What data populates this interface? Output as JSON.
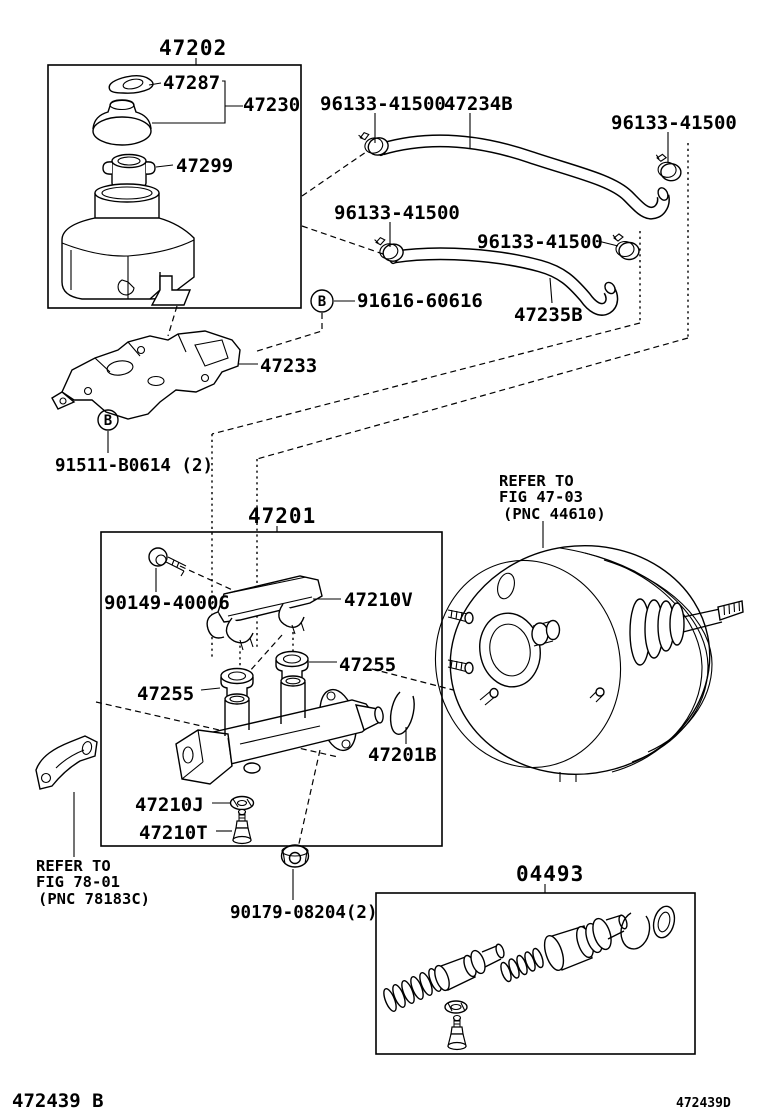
{
  "page": {
    "background": "#ffffff",
    "ink": "#000000"
  },
  "footer": {
    "drawing_number_left": "472439 B",
    "drawing_number_right": "472439D"
  },
  "labels": {
    "reservoir_assembly": "47202",
    "cap_gasket": "47287",
    "reservoir_cap": "47230",
    "reservoir_strainer": "47299",
    "hose_clamp_1": "96133-41500",
    "reservoir_hose_upper": "47234B",
    "hose_clamp_2": "96133-41500",
    "hose_clamp_3": "96133-41500",
    "hose_clamp_4": "96133-41500",
    "reservoir_hose_lower": "47235B",
    "union_bolt": "91616-60616",
    "reservoir_bracket": "47233",
    "bracket_screw": "91511-B0614 (2)",
    "master_cylinder_assembly": "47201",
    "clamp_screw": "90149-40006",
    "tube_clamp": "47210V",
    "grommet_right": "47255",
    "grommet_left": "47255",
    "o_ring": "47201B",
    "washer": "47210J",
    "bleeder_plug": "47210T",
    "refer_booster_line1": "REFER TO",
    "refer_booster_line2": "FIG 47-03",
    "refer_booster_line3": "(PNC 44610)",
    "refer_bracket_line1": "REFER TO",
    "refer_bracket_line2": "FIG 78-01",
    "refer_bracket_line3": "(PNC 78183C)",
    "repair_kit": "04493",
    "mounting_nut": "90179-08204(2)",
    "marker_b": "B"
  }
}
